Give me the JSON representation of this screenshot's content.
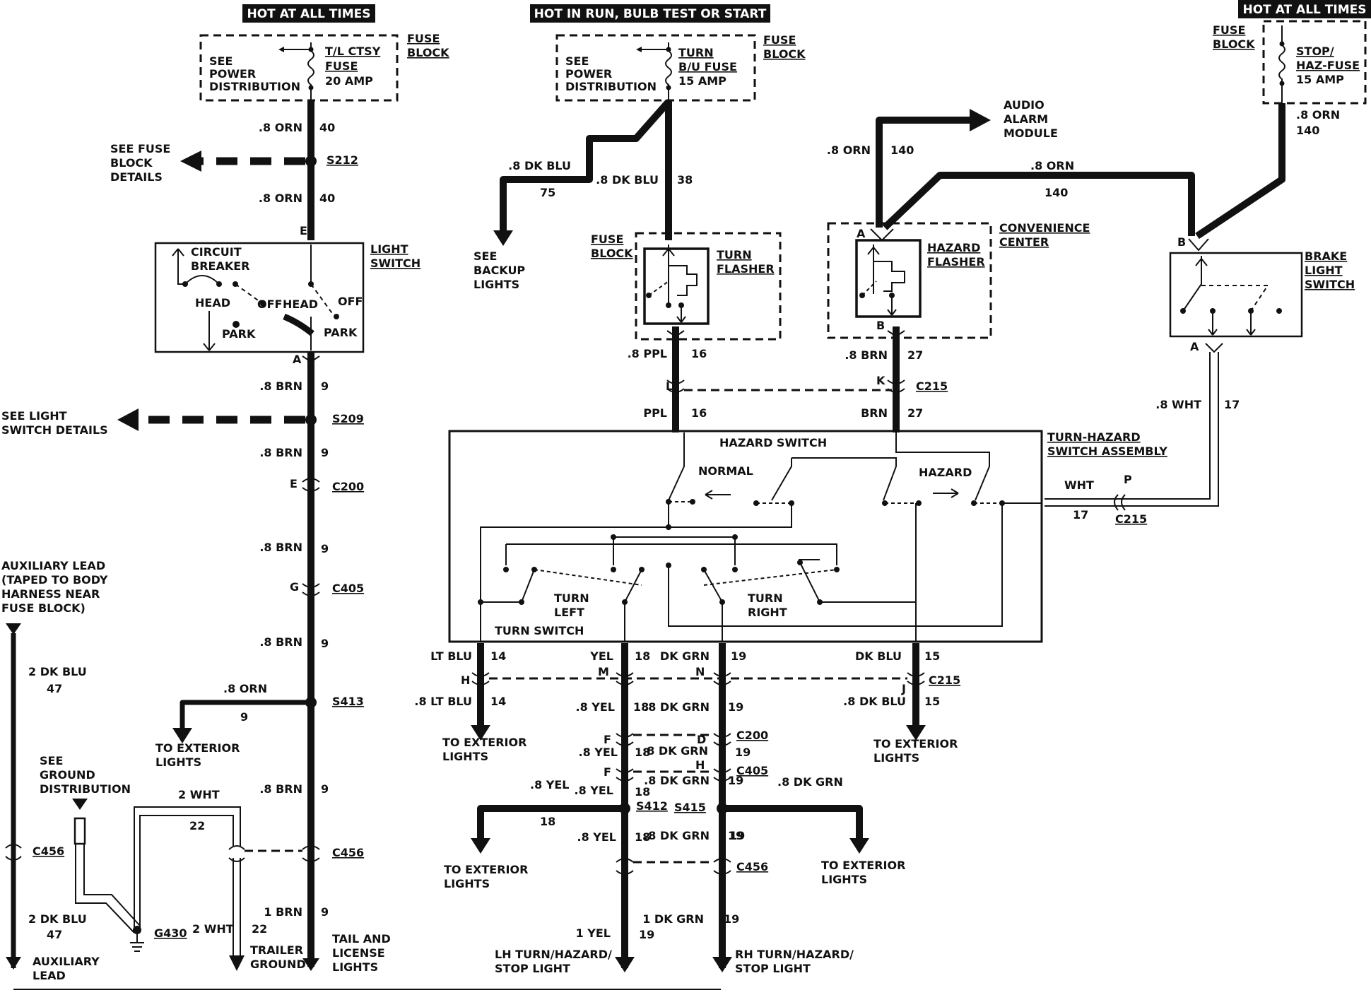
{
  "headers": {
    "hot1": "HOT AT ALL TIMES",
    "hot2": "HOT IN RUN, BULB TEST OR START",
    "hot3": "HOT AT ALL TIMES"
  },
  "fuses": {
    "f1": {
      "see": [
        "SEE",
        "POWER",
        "DISTRIBUTION"
      ],
      "name": [
        "T/L CTSY",
        "FUSE"
      ],
      "amp": "20 AMP",
      "block": [
        "FUSE",
        "BLOCK"
      ]
    },
    "f2": {
      "see": [
        "SEE",
        "POWER",
        "DISTRIBUTION"
      ],
      "name": [
        "TURN",
        "B/U FUSE"
      ],
      "amp": "15 AMP",
      "block": [
        "FUSE",
        "BLOCK"
      ]
    },
    "f3": {
      "block": [
        "FUSE",
        "BLOCK"
      ],
      "name": [
        "STOP/",
        "HAZ-FUSE"
      ],
      "amp": "15 AMP"
    }
  },
  "left": {
    "w40a": ".8 ORN",
    "n40a": "40",
    "see_fuse": [
      "SEE FUSE",
      "BLOCK",
      "DETAILS"
    ],
    "s212": "S212",
    "w40b": ".8 ORN",
    "n40b": "40",
    "pinE": "E",
    "cb": [
      "CIRCUIT",
      "BREAKER"
    ],
    "ls": [
      "LIGHT",
      "SWITCH"
    ],
    "head1": "HEAD",
    "off1": "OFF",
    "park1": "PARK",
    "head2": "HEAD",
    "off2": "OFF",
    "park2": "PARK",
    "pinA": "A",
    "w9a": ".8 BRN",
    "n9a": "9",
    "see_ls": [
      "SEE LIGHT",
      "SWITCH DETAILS"
    ],
    "s209": "S209",
    "w9b": ".8 BRN",
    "n9b": "9",
    "pinE2": "E",
    "c200": "C200",
    "w9c": ".8 BRN",
    "n9c": "9",
    "pinG": "G",
    "c405": "C405",
    "w9d": ".8 BRN",
    "n9d": "9",
    "w9orn": ".8 ORN",
    "n9orn": "9",
    "s413": "S413",
    "to_ext": [
      "TO EXTERIOR",
      "LIGHTS"
    ],
    "w9e": ".8 BRN",
    "n9e": "9",
    "c456": "C456",
    "w9f": "1 BRN",
    "n9f": "9",
    "tail": [
      "TAIL AND",
      "LICENSE",
      "LIGHTS"
    ],
    "aux": [
      "AUXILIARY LEAD",
      "(TAPED TO BODY",
      "HARNESS NEAR",
      "FUSE BLOCK)"
    ],
    "w47a": "2 DK BLU",
    "n47a": "47",
    "c456b": "C456",
    "w47b": "2 DK BLU",
    "n47b": "47",
    "aux2": [
      "AUXILIARY",
      "LEAD"
    ],
    "see_gnd": [
      "SEE",
      "GROUND",
      "DISTRIBUTION"
    ],
    "w22a": "2 WHT",
    "n22a": "22",
    "g430": "G430",
    "w22b": "2 WHT",
    "n22b": "22",
    "trailer": [
      "TRAILER",
      "GROUND"
    ]
  },
  "middle": {
    "w75": ".8 DK BLU",
    "n75": "75",
    "w38": ".8 DK BLU",
    "n38": "38",
    "backup": [
      "SEE",
      "BACKUP",
      "LIGHTS"
    ],
    "fb": [
      "FUSE",
      "BLOCK"
    ],
    "flasher": [
      "TURN",
      "FLASHER"
    ],
    "w16a": ".8 PPL",
    "n16a": "16",
    "pinL": "L",
    "w16b": "PPL",
    "n16b": "16",
    "audio": [
      "AUDIO",
      "ALARM",
      "MODULE"
    ],
    "w140a": ".8 ORN",
    "n140a": "140",
    "w140b": ".8 ORN",
    "n140b": "140",
    "pinA": "A",
    "hazfl": [
      "HAZARD",
      "FLASHER"
    ],
    "conv": [
      "CONVENIENCE",
      "CENTER"
    ],
    "pinB": "B",
    "w27a": ".8 BRN",
    "n27a": "27",
    "pinK": "K",
    "c215": "C215",
    "w27b": "BRN",
    "n27b": "27"
  },
  "right": {
    "w140": ".8 ORN",
    "n140": "140",
    "pinB": "B",
    "bls": [
      "BRAKE",
      "LIGHT",
      "SWITCH"
    ],
    "pinA": "A",
    "w17": ".8 WHT",
    "n17": "17"
  },
  "assembly": {
    "hazard_switch": "HAZARD SWITCH",
    "normal": "NORMAL",
    "hazard": "HAZARD",
    "turn_left": [
      "TURN",
      "LEFT"
    ],
    "turn_right": [
      "TURN",
      "RIGHT"
    ],
    "turn_switch": "TURN SWITCH",
    "tha": [
      "TURN-HAZARD",
      "SWITCH ASSEMBLY"
    ],
    "wht": "WHT",
    "n17": "17",
    "pinP": "P",
    "c215": "C215"
  },
  "bottom": {
    "lt": "LT BLU",
    "n14": "14",
    "yel": "YEL",
    "n18": "18",
    "dkgrn": "DK GRN",
    "n19": "19",
    "dkblu": "DK BLU",
    "n15": "15",
    "pH": "H",
    "pM": "M",
    "pN": "N",
    "pJ": "J",
    "c215": "C215",
    "lt2": ".8 LT BLU",
    "n14b": "14",
    "dkblu2": ".8 DK BLU",
    "n15b": "15",
    "to_ext_a": [
      "TO EXTERIOR",
      "LIGHTS"
    ],
    "to_ext_b": [
      "TO EXTERIOR",
      "LIGHTS"
    ],
    "y1": ".8 YEL",
    "y1n": "18",
    "g1": ".8 DK GRN",
    "g1n": "19",
    "pF": "F",
    "pD": "D",
    "c200": "C200",
    "y2": ".8 YEL",
    "y2n": "18",
    "g2": ".8 DK GRN",
    "g2n": "19",
    "pF2": "F",
    "pH2": "H",
    "c405": "C405",
    "y3": ".8 YEL",
    "y3n": "18",
    "g3": ".8 DK GRN",
    "g3n": "19",
    "yl": ".8 YEL",
    "yln": "18",
    "gr": ".8 DK GRN",
    "grn": "19",
    "s412": "S412",
    "s415": "S415",
    "to_ext_c": [
      "TO EXTERIOR",
      "LIGHTS"
    ],
    "to_ext_d": [
      "TO EXTERIOR",
      "LIGHTS"
    ],
    "y4": ".8 YEL",
    "y4n": "18",
    "g4": ".8 DK GRN",
    "g4n": "19",
    "c456": "C456",
    "y5": "1 YEL",
    "y5n": "19",
    "g5": "1 DK GRN",
    "g5n": "19",
    "lh": [
      "LH TURN/HAZARD/",
      "STOP LIGHT"
    ],
    "rh": [
      "RH TURN/HAZARD/",
      "STOP LIGHT"
    ]
  }
}
